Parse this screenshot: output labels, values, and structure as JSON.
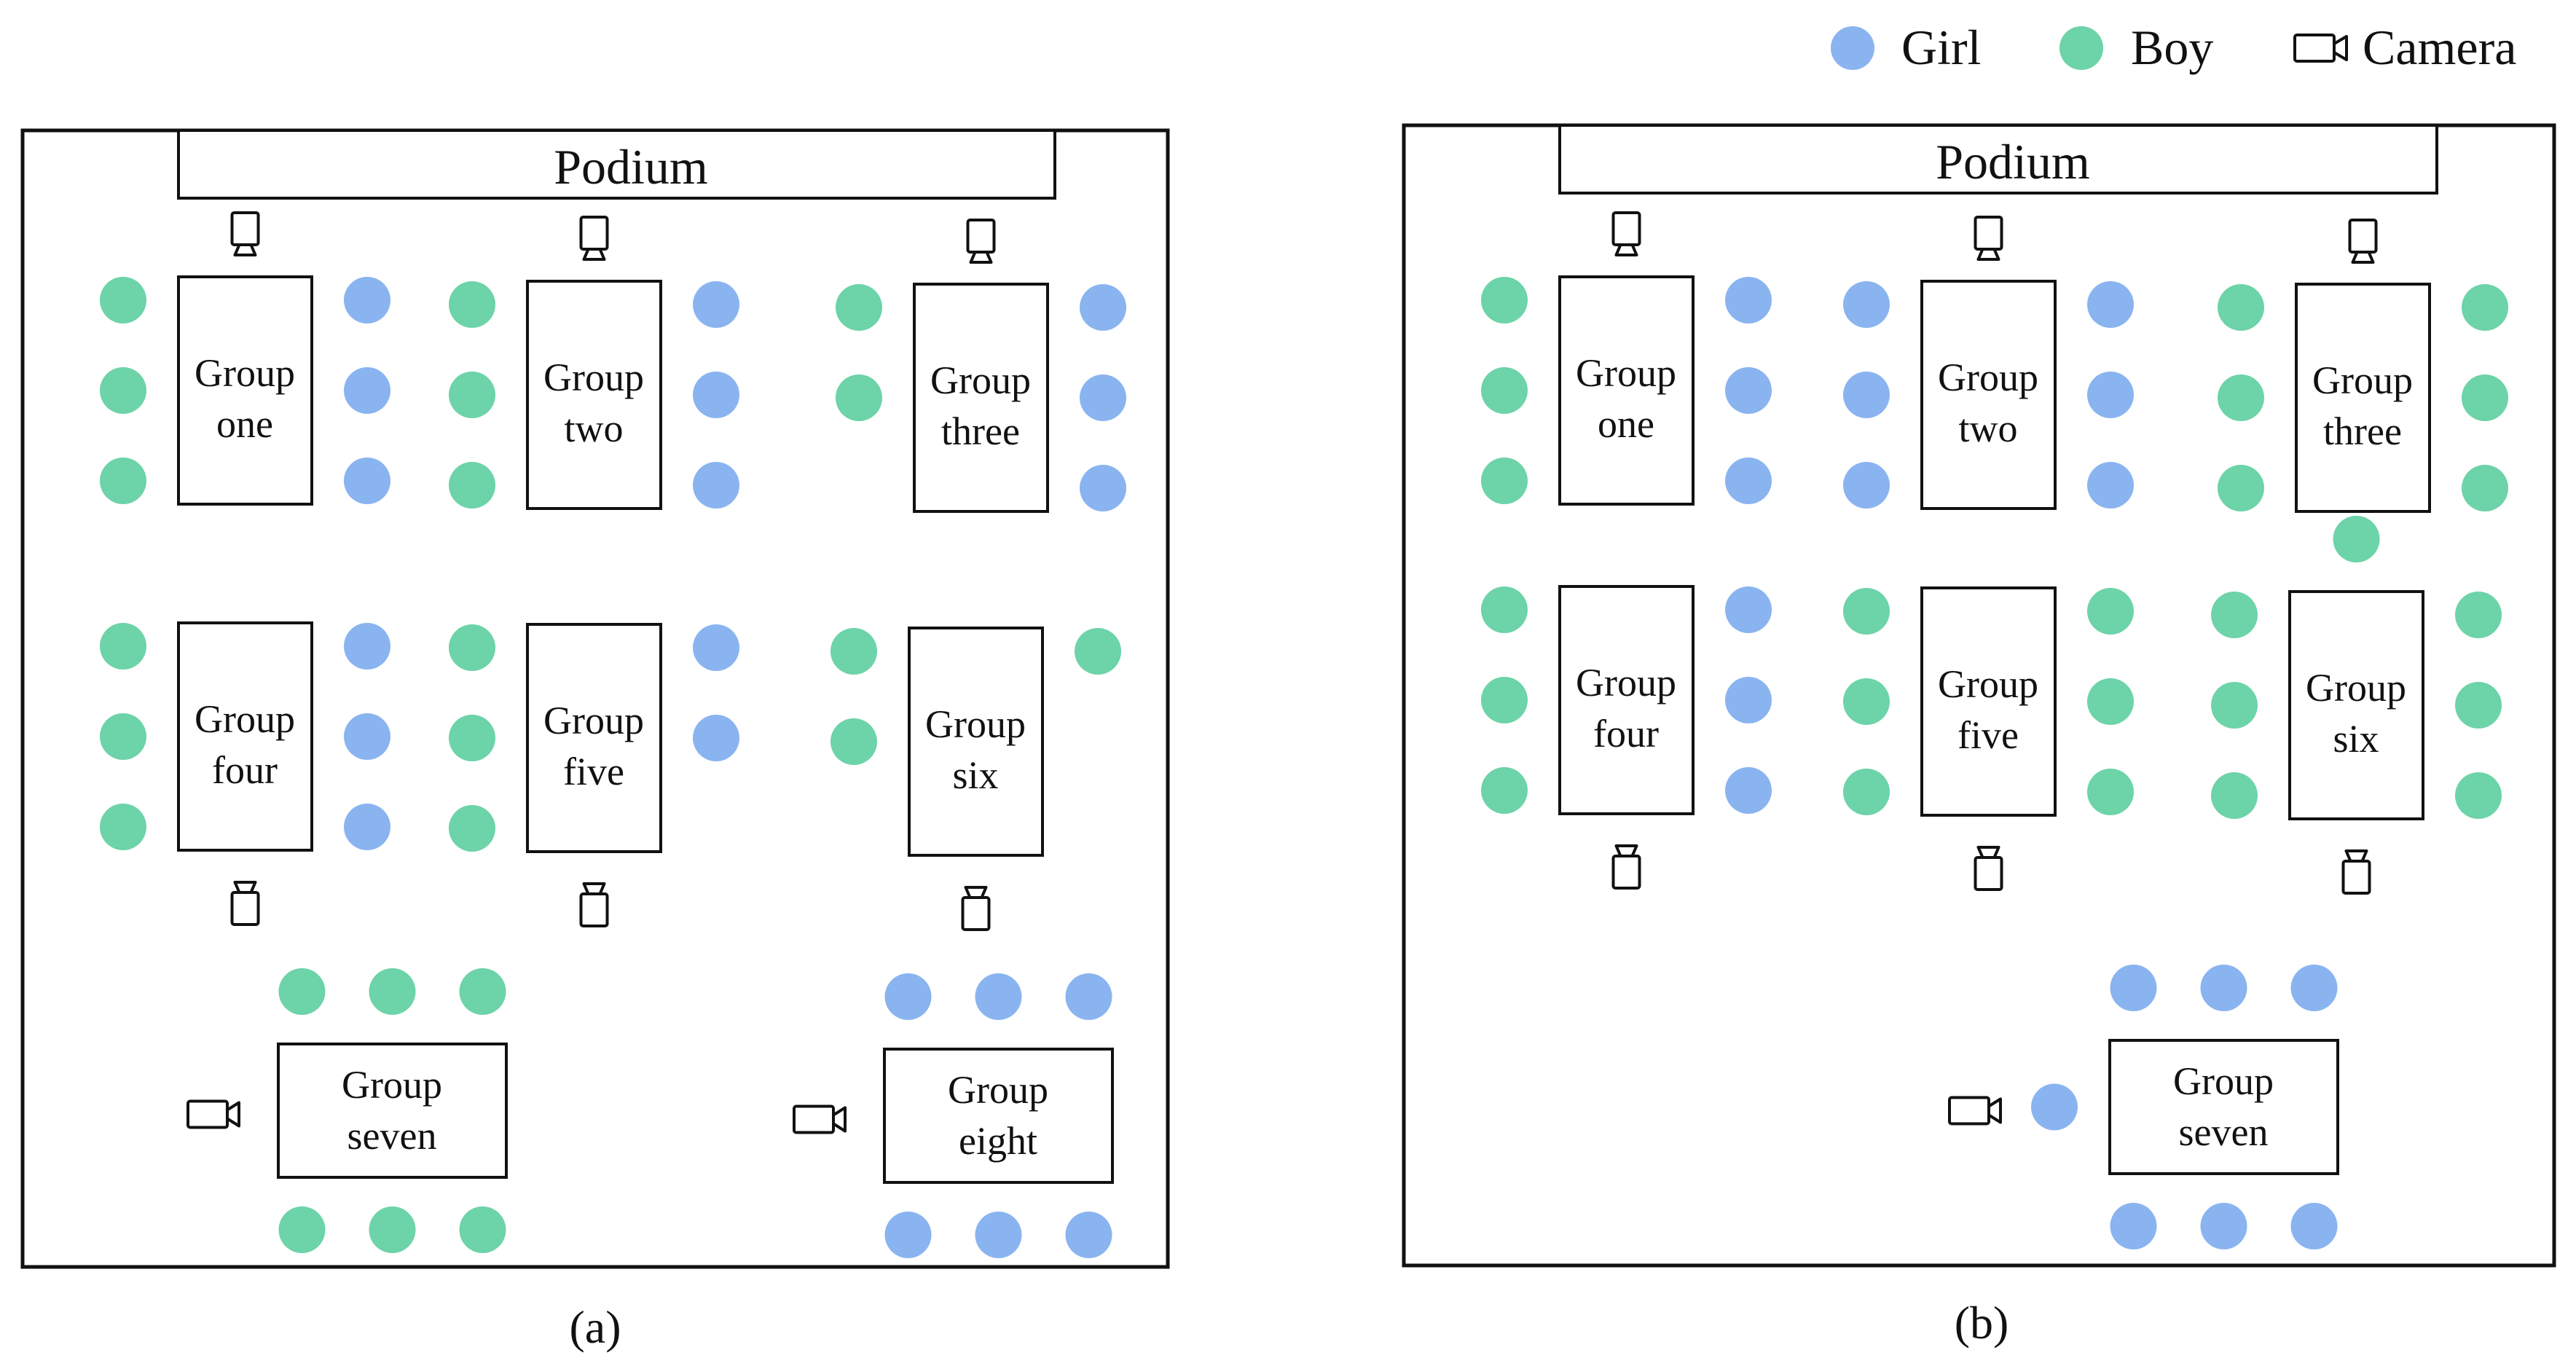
{
  "legend": {
    "girl_label": "Girl",
    "boy_label": "Boy",
    "camera_label": "Camera"
  },
  "colors": {
    "girl": "#8ab4f0",
    "boy": "#6dd3a8",
    "outline": "#111111"
  },
  "icons": {
    "girl": "filled-circle",
    "boy": "filled-circle",
    "camera": "video-camera-outline"
  },
  "panels": [
    {
      "caption": "(a)",
      "podium_label": "Podium",
      "groups": [
        {
          "line1": "Group",
          "line2": "one",
          "seats": {
            "left": [
              "boy",
              "boy",
              "boy"
            ],
            "right": [
              "girl",
              "girl",
              "girl"
            ]
          },
          "camera": "top"
        },
        {
          "line1": "Group",
          "line2": "two",
          "seats": {
            "left": [
              "boy",
              "boy",
              "boy"
            ],
            "right": [
              "girl",
              "girl",
              "girl"
            ]
          },
          "camera": "top"
        },
        {
          "line1": "Group",
          "line2": "three",
          "seats": {
            "left": [
              "boy",
              "boy"
            ],
            "right": [
              "girl",
              "girl",
              "girl"
            ]
          },
          "camera": "top"
        },
        {
          "line1": "Group",
          "line2": "four",
          "seats": {
            "left": [
              "boy",
              "boy",
              "boy"
            ],
            "right": [
              "girl",
              "girl",
              "girl"
            ]
          },
          "camera": "bottom"
        },
        {
          "line1": "Group",
          "line2": "five",
          "seats": {
            "left": [
              "boy",
              "boy",
              "boy"
            ],
            "right": [
              "girl",
              "girl"
            ]
          },
          "camera": "bottom"
        },
        {
          "line1": "Group",
          "line2": "six",
          "seats": {
            "left": [
              "boy",
              "boy"
            ],
            "right": [
              "boy"
            ]
          },
          "camera": "bottom"
        },
        {
          "line1": "Group",
          "line2": "seven",
          "seats": {
            "top": [
              "boy",
              "boy",
              "boy"
            ],
            "bottom": [
              "boy",
              "boy",
              "boy"
            ]
          },
          "camera": "left"
        },
        {
          "line1": "Group",
          "line2": "eight",
          "seats": {
            "top": [
              "girl",
              "girl",
              "girl"
            ],
            "bottom": [
              "girl",
              "girl",
              "girl"
            ]
          },
          "camera": "left"
        }
      ]
    },
    {
      "caption": "(b)",
      "podium_label": "Podium",
      "groups": [
        {
          "line1": "Group",
          "line2": "one",
          "seats": {
            "left": [
              "boy",
              "boy",
              "boy"
            ],
            "right": [
              "girl",
              "girl",
              "girl"
            ]
          },
          "camera": "top"
        },
        {
          "line1": "Group",
          "line2": "two",
          "seats": {
            "left": [
              "girl",
              "girl",
              "girl"
            ],
            "right": [
              "girl",
              "girl",
              "girl"
            ]
          },
          "camera": "top"
        },
        {
          "line1": "Group",
          "line2": "three",
          "seats": {
            "left": [
              "boy",
              "boy",
              "boy"
            ],
            "right": [
              "boy",
              "boy",
              "boy"
            ]
          },
          "camera": "top"
        },
        {
          "line1": "Group",
          "line2": "four",
          "seats": {
            "left": [
              "boy",
              "boy",
              "boy"
            ],
            "right": [
              "girl",
              "girl",
              "girl"
            ]
          },
          "camera": "bottom"
        },
        {
          "line1": "Group",
          "line2": "five",
          "seats": {
            "left": [
              "boy",
              "boy",
              "boy"
            ],
            "right": [
              "boy",
              "boy",
              "boy"
            ]
          },
          "camera": "bottom"
        },
        {
          "line1": "Group",
          "line2": "six",
          "seats": {
            "top": [
              "boy"
            ],
            "left": [
              "boy",
              "boy",
              "boy"
            ],
            "right": [
              "boy",
              "boy",
              "boy"
            ]
          },
          "camera": "bottom"
        },
        {
          "line1": "Group",
          "line2": "seven",
          "seats": {
            "top": [
              "girl",
              "girl",
              "girl"
            ],
            "left": [
              "girl"
            ],
            "bottom": [
              "girl",
              "girl",
              "girl"
            ]
          },
          "camera": "left"
        }
      ]
    }
  ]
}
